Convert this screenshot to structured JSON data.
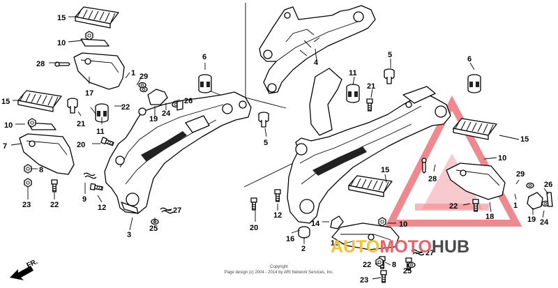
{
  "callouts": {
    "c15a": "15",
    "c10a": "10",
    "c28a": "28",
    "c1a": "1",
    "c29a": "29",
    "c17": "17",
    "c15b": "15",
    "c22a": "22",
    "c21a": "21",
    "c11a": "11",
    "c10b": "10",
    "c19a": "19",
    "c24a": "24",
    "c26a": "26",
    "c7": "7",
    "c20a": "20",
    "c8a": "8",
    "c23a": "23",
    "c22b": "22",
    "c9": "9",
    "c12a": "12",
    "c6a": "6",
    "c5a": "5",
    "c27a": "27",
    "c25a": "25",
    "c3": "3",
    "c4": "4",
    "c11b": "11",
    "c21b": "21",
    "c5b": "5",
    "c6b": "6",
    "c15c": "15",
    "c10c": "10",
    "c28b": "28",
    "c29b": "29",
    "c26b": "26",
    "c1b": "1",
    "c22c": "22",
    "c18": "18",
    "c19b": "19",
    "c24b": "24",
    "c15d": "15",
    "c12b": "12",
    "c20b": "20",
    "c16": "16",
    "c14": "14",
    "c2": "2",
    "c10d": "10",
    "c13": "13",
    "c27b": "27",
    "c22d": "22",
    "c8b": "8",
    "c25b": "25",
    "c23b": "23"
  },
  "front_label": "FR.",
  "copyright_1": "Copyright",
  "copyright_2": "Page design (c) 2004 - 2014 by ARI Network Services, Inc.",
  "watermark": {
    "part_a": "AUTO",
    "part_b": "MOTO",
    "part_c": "HUB",
    "colors": {
      "red": "#e8626a",
      "yellow": "#f2c23a",
      "gray": "#4a4a4a"
    }
  }
}
